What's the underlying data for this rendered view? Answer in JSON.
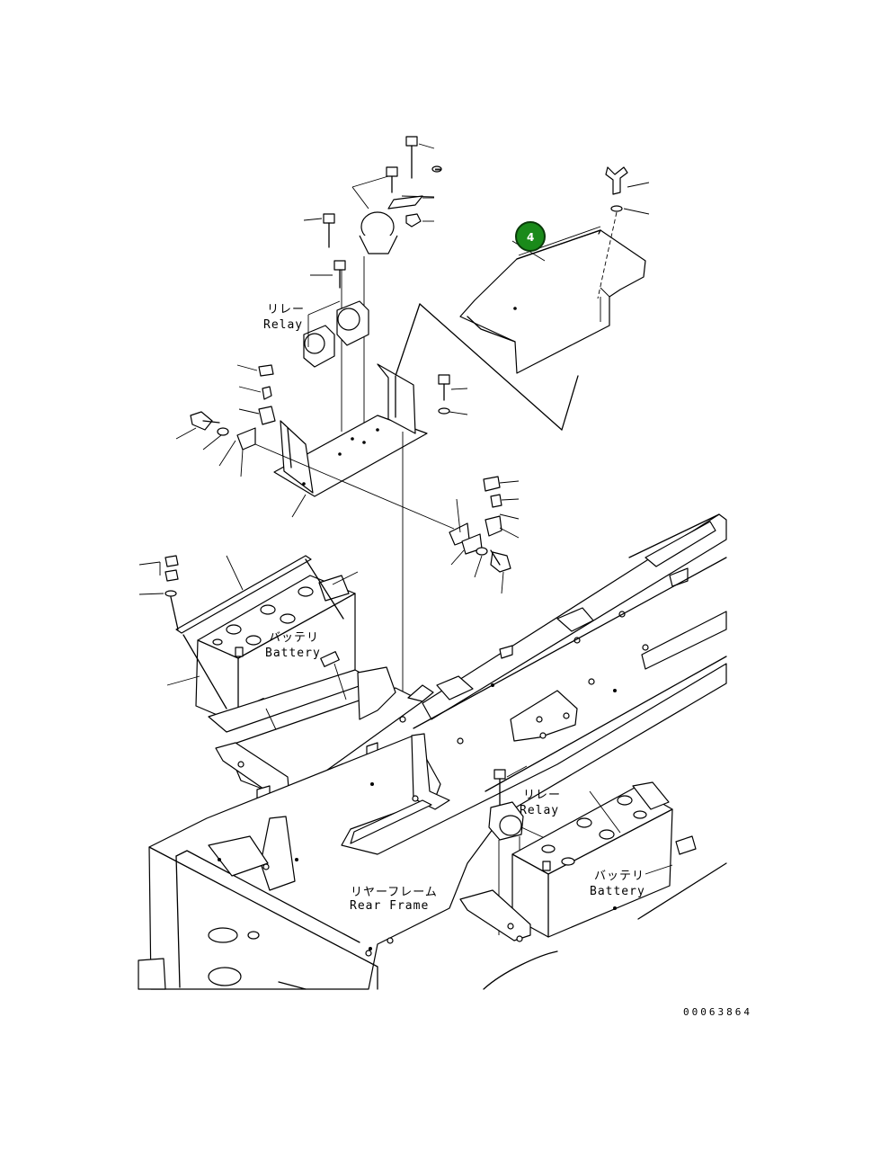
{
  "labels": {
    "relay_top_jp": "リレー",
    "relay_top_en": "Relay",
    "battery_left_jp": "バッテリ",
    "battery_left_en": "Battery",
    "relay_bottom_jp": "リレー",
    "relay_bottom_en": "Relay",
    "battery_right_jp": "バッテリ",
    "battery_right_en": "Battery",
    "rear_frame_jp": "リヤーフレーム",
    "rear_frame_en": "Rear Frame"
  },
  "callout": {
    "number": "4",
    "color": "#1a8a1a"
  },
  "drawing_code": "00063864"
}
